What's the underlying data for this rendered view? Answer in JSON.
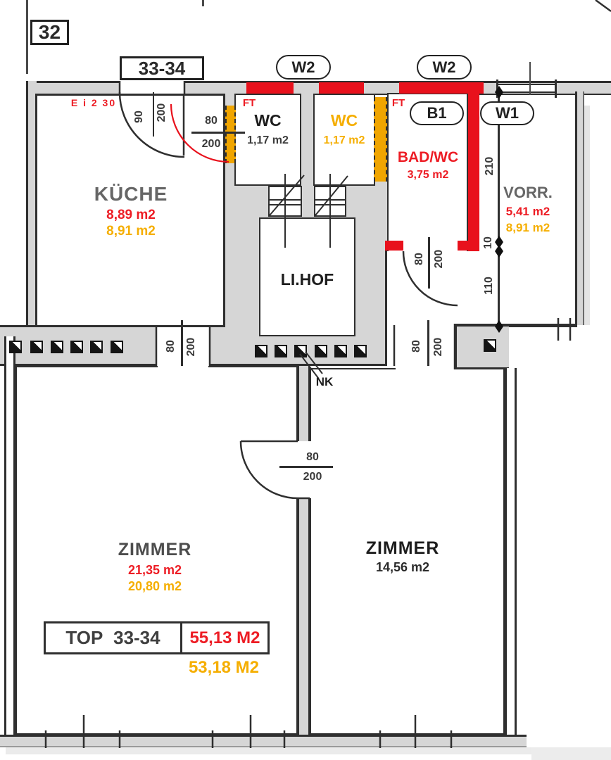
{
  "labels": {
    "neighbor_unit": "32",
    "entry_unit": "33-34",
    "window_w2_left": "W2",
    "window_w2_right": "W2",
    "bath_tag": "B1",
    "window_w1": "W1",
    "entry_note": "E i 2 30",
    "ft_left": "FT",
    "ft_right": "FT",
    "nk": "NK"
  },
  "rooms": {
    "kueche": {
      "name": "KÜCHE",
      "area_new": "8,89 m2",
      "area_old": "8,91 m2"
    },
    "wc_left": {
      "name": "WC",
      "area": "1,17 m2"
    },
    "wc_right": {
      "name": "WC",
      "area": "1,17 m2"
    },
    "bad_wc": {
      "name": "BAD/WC",
      "area": "3,75 m2"
    },
    "vorraum": {
      "name": "VORR.",
      "area_new": "5,41 m2",
      "area_old": "8,91 m2"
    },
    "lichthof": {
      "name": "LI.HOF"
    },
    "zimmer_left": {
      "name": "ZIMMER",
      "area_new": "21,35 m2",
      "area_old": "20,80 m2"
    },
    "zimmer_right": {
      "name": "ZIMMER",
      "area": "14,56 m2"
    }
  },
  "dims": {
    "entry": {
      "w": "90",
      "h": "200"
    },
    "wc_door": {
      "w": "80",
      "h": "200"
    },
    "bad_door": {
      "w": "80",
      "h": "200"
    },
    "kueche_zimmer_door": {
      "w": "80",
      "h": "200"
    },
    "corridor_zimmer_door": {
      "w": "80",
      "h": "200"
    },
    "zimmer_door": {
      "w": "80",
      "h": "200"
    },
    "vorr": {
      "seg1": "210",
      "seg2": "10",
      "seg3": "110"
    }
  },
  "summary": {
    "unit": "TOP 33-34",
    "area_new": "55,13 M2",
    "area_old": "53,18 M2"
  },
  "colors": {
    "wall_red": "#e8111c",
    "wall_yellow": "#f0a500",
    "wall_gray": "#d6d6d6",
    "text_red": "#ed1c24",
    "text_yellow": "#f5ae00"
  }
}
